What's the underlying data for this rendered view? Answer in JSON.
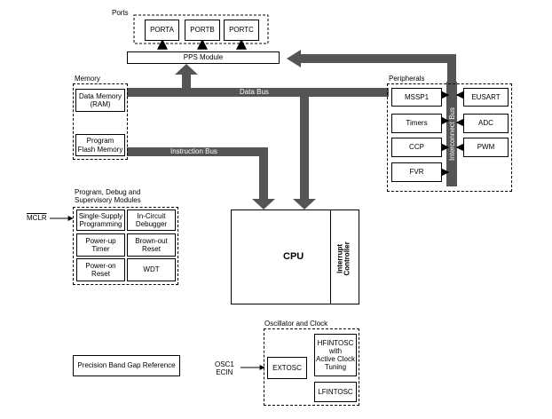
{
  "ports": {
    "title": "Ports",
    "items": [
      "PORTA",
      "PORTB",
      "PORTC"
    ],
    "pps_module": "PPS Module"
  },
  "memory": {
    "title": "Memory",
    "data_memory": "Data Memory\n(RAM)",
    "program_flash": "Program\nFlash Memory"
  },
  "buses": {
    "data_bus": "Data Bus",
    "instruction_bus": "Instruction Bus",
    "interconnect_bus": "Interconnect Bus"
  },
  "peripherals": {
    "title": "Peripherals",
    "left": [
      "MSSP1",
      "Timers",
      "CCP",
      "FVR"
    ],
    "right": [
      "EUSART",
      "ADC",
      "PWM"
    ]
  },
  "program_debug": {
    "title": "Program, Debug and\nSupervisory Modules",
    "mclr": "MCLR",
    "items": [
      "Single-Supply\nProgramming",
      "In-Circuit\nDebugger",
      "Power-up\nTimer",
      "Brown-out\nReset",
      "Power-on\nReset",
      "WDT"
    ]
  },
  "cpu": {
    "title": "CPU",
    "interrupt_controller": "Interrupt\nController"
  },
  "oscillator": {
    "title": "Oscillator and Clock",
    "osc_input": "OSC1\nECIN",
    "extosc": "EXTOSC",
    "hfintosc": "HFINTOSC\nwith\nActive Clock\nTuning",
    "lfintosc": "LFINTOSC"
  },
  "misc": {
    "precision_band_gap": "Precision Band Gap Reference"
  }
}
